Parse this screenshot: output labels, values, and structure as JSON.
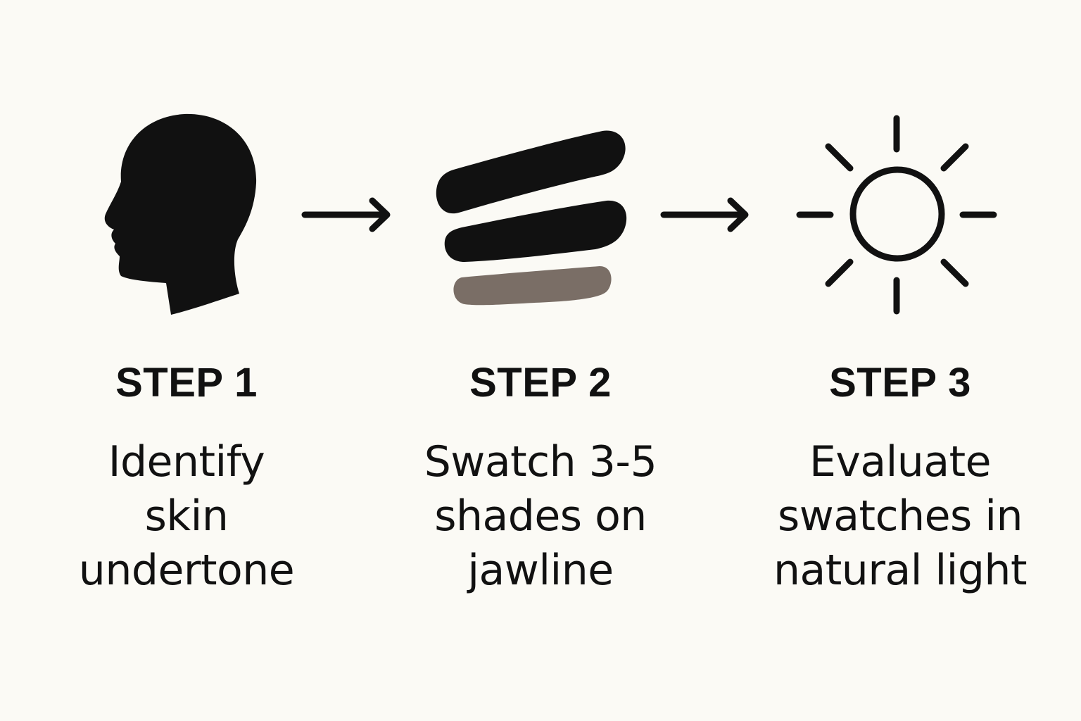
{
  "steps": [
    {
      "title": "STEP 1",
      "description": "Identify\nskin\nundertone",
      "icon": "head-profile-icon"
    },
    {
      "title": "STEP 2",
      "description": "Swatch 3-5\nshades on\njawline",
      "icon": "swatches-icon"
    },
    {
      "title": "STEP 3",
      "description": "Evaluate\nswatches in\nnatural light",
      "icon": "sun-icon"
    }
  ],
  "colors": {
    "background": "#fbfaf5",
    "ink": "#111111",
    "swatch_light": "#7a6e66"
  }
}
